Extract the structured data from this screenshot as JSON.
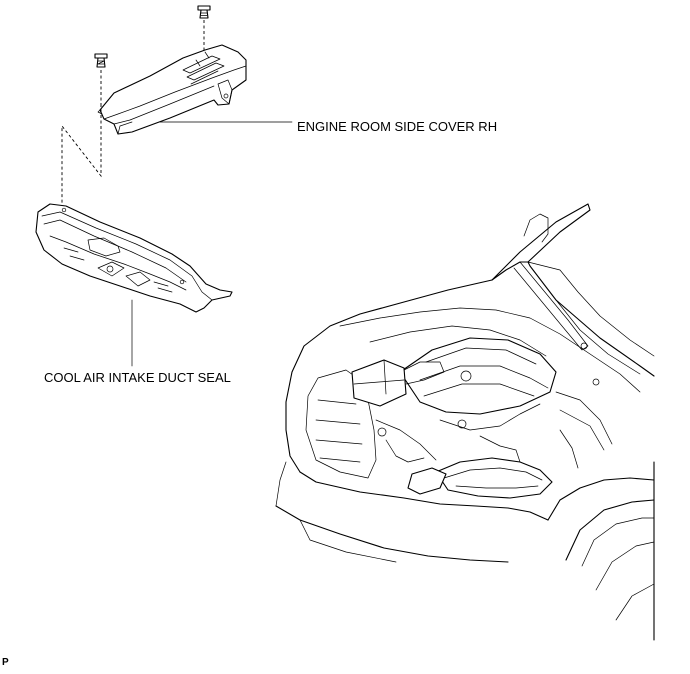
{
  "labels": {
    "engine_room_side_cover": "ENGINE ROOM SIDE COVER RH",
    "cool_air_intake_duct_seal": "COOL AIR INTAKE DUCT SEAL",
    "figure_code": "P"
  },
  "colors": {
    "ink": "#000000",
    "background": "#ffffff"
  }
}
